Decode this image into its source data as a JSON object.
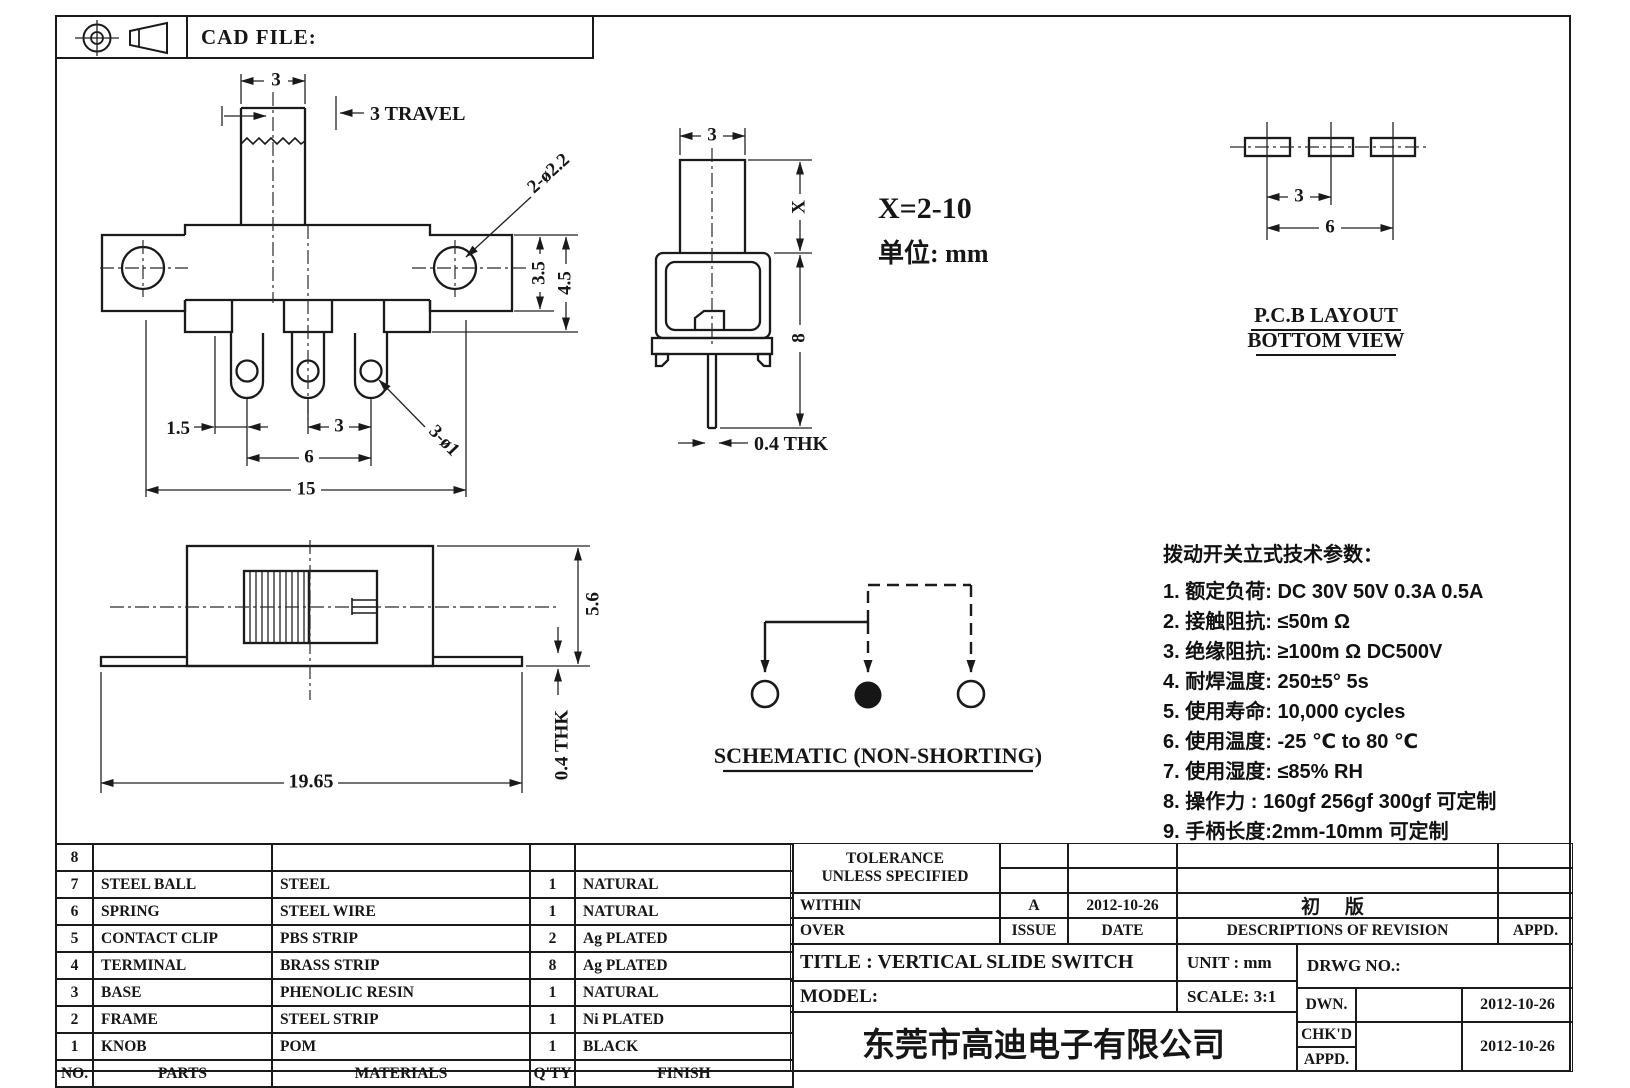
{
  "header": {
    "cad_file_label": "CAD FILE:"
  },
  "front_view": {
    "dim_knob_width": "3",
    "travel_label": "3 TRAVEL",
    "holes_label": "2-ø2.2",
    "dim_ear_height": "3.5",
    "dim_body_height": "4.5",
    "dim_edge_pitch": "1.5",
    "dim_pitch": "3",
    "dim_span": "6",
    "dim_base_width": "15",
    "terminal_holes_label": "3-ø1"
  },
  "side_view": {
    "dim_width": "3",
    "dim_stem_height": "X",
    "dim_body_height": "8",
    "dim_thk": "0.4 THK",
    "note_range": "X=2-10",
    "note_unit": "单位: mm"
  },
  "pcb_layout": {
    "dim_pitch": "3",
    "dim_span": "6",
    "caption_line1": "P.C.B LAYOUT",
    "caption_line2": "BOTTOM VIEW"
  },
  "top_view": {
    "dim_height": "5.6",
    "dim_thk": "0.4 THK",
    "dim_length": "19.65"
  },
  "schematic": {
    "caption": "SCHEMATIC (NON-SHORTING)"
  },
  "tech_params": {
    "title": "拨动开关立式技术参数：",
    "items": [
      "1.  额定负荷: DC 30V   50V   0.3A   0.5A",
      "2.  接触阻抗: ≤50m Ω",
      "3.  绝缘阻抗: ≥100m Ω  DC500V",
      "4.  耐焊温度: 250±5°  5s",
      "5.  使用寿命: 10,000 cycles",
      "6.  使用温度: -25 ℃  to 80 ℃",
      "7.  使用湿度: ≤85% RH",
      "8.  操作力 : 160gf   256gf   300gf  可定制",
      "9.  手柄长度:2mm-10mm  可定制"
    ]
  },
  "parts_table": {
    "headers": [
      "NO.",
      "PARTS",
      "MATERIALS",
      "Q'TY",
      "FINISH"
    ],
    "rows": [
      [
        "8",
        "",
        "",
        "",
        ""
      ],
      [
        "7",
        "STEEL BALL",
        "STEEL",
        "1",
        "NATURAL"
      ],
      [
        "6",
        "SPRING",
        "STEEL WIRE",
        "1",
        "NATURAL"
      ],
      [
        "5",
        "CONTACT CLIP",
        "PBS STRIP",
        "2",
        "Ag PLATED"
      ],
      [
        "4",
        "TERMINAL",
        "BRASS STRIP",
        "8",
        "Ag PLATED"
      ],
      [
        "3",
        "BASE",
        "PHENOLIC RESIN",
        "1",
        "NATURAL"
      ],
      [
        "2",
        "FRAME",
        "STEEL STRIP",
        "1",
        "Ni PLATED"
      ],
      [
        "1",
        "KNOB",
        "POM",
        "1",
        "BLACK"
      ]
    ]
  },
  "title_block": {
    "tolerance_line1": "TOLERANCE",
    "tolerance_line2": "UNLESS  SPECIFIED",
    "within_label": "WITHIN",
    "over_label": "OVER",
    "issue_value": "A",
    "issue_label": "ISSUE",
    "date_value": "2012-10-26",
    "date_label": "DATE",
    "revision_value": "初  版",
    "revision_label": "DESCRIPTIONS OF REVISION",
    "appd_label": "APPD.",
    "title_value": "TITLE :   VERTICAL SLIDE SWITCH",
    "unit_value": "UNIT :   mm",
    "drwg_label": "DRWG NO.:",
    "model_label": "MODEL:",
    "scale_value": "SCALE:   3:1",
    "dwn_label": "DWN.",
    "dwn_date": "2012-10-26",
    "chkd_label": "CHK'D",
    "appd2_label": "APPD.",
    "chkd_date": "2012-10-26",
    "company": "东莞市高迪电子有限公司"
  }
}
